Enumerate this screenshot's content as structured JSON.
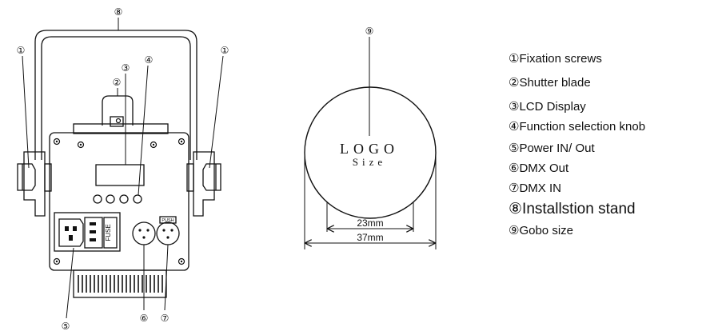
{
  "callouts": {
    "n1": "①",
    "n2": "②",
    "n3": "③",
    "n4": "④",
    "n5": "⑤",
    "n6": "⑥",
    "n7": "⑦",
    "n8": "⑧",
    "n9": "⑨"
  },
  "device": {
    "fuse_label": "FUSE",
    "push_label": "PUSH"
  },
  "gobo": {
    "logo_text": "LOGO",
    "size_text": "Size",
    "inner_dimension": "23mm",
    "outer_dimension": "37mm"
  },
  "legend": [
    {
      "num": "①",
      "label": "Fixation screws"
    },
    {
      "num": "②",
      "label": "Shutter blade"
    },
    {
      "num": "③",
      "label": "LCD Display"
    },
    {
      "num": "④",
      "label": "Function selection knob"
    },
    {
      "num": "⑤",
      "label": "Power IN/ Out"
    },
    {
      "num": "⑥",
      "label": "DMX Out"
    },
    {
      "num": "⑦",
      "label": "DMX IN"
    },
    {
      "num": "⑧",
      "label": "Installstion stand"
    },
    {
      "num": "⑨",
      "label": "Gobo size"
    }
  ]
}
